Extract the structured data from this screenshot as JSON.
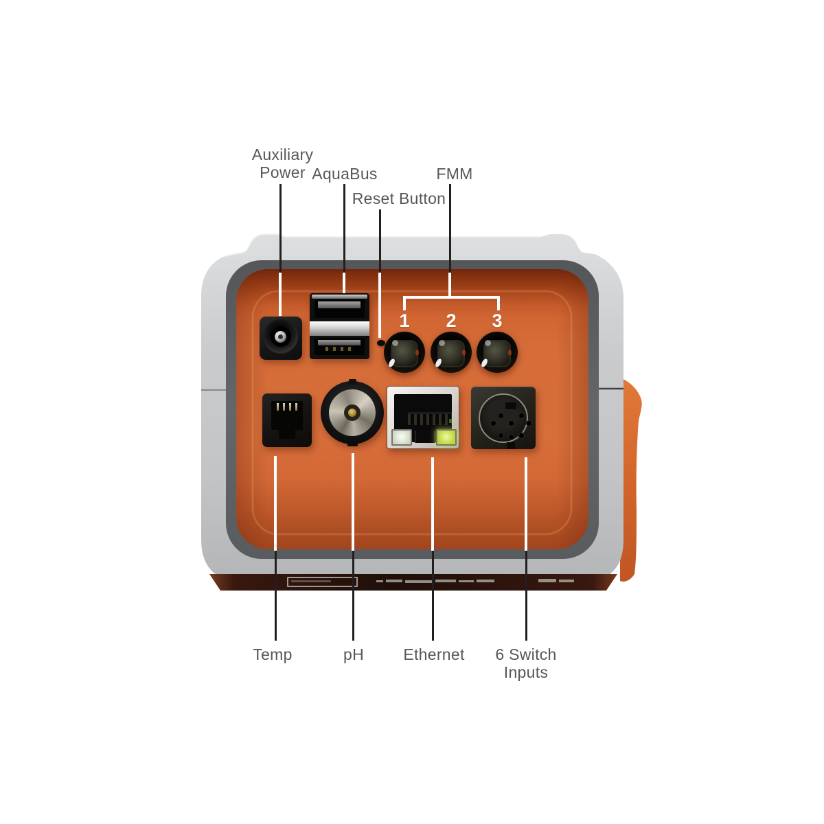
{
  "callouts": {
    "top": [
      {
        "id": "auxiliary-power",
        "lines": [
          "Auxiliary",
          "Power"
        ]
      },
      {
        "id": "aquabus",
        "lines": [
          "AquaBus"
        ]
      },
      {
        "id": "reset-button",
        "lines": [
          "Reset Button"
        ]
      },
      {
        "id": "fmm",
        "lines": [
          "FMM"
        ]
      }
    ],
    "bottom": [
      {
        "id": "temp",
        "lines": [
          "Temp"
        ]
      },
      {
        "id": "ph",
        "lines": [
          "pH"
        ]
      },
      {
        "id": "ethernet",
        "lines": [
          "Ethernet"
        ]
      },
      {
        "id": "six-switch-inputs",
        "lines": [
          "6 Switch",
          "Inputs"
        ]
      }
    ]
  },
  "fmm_port_numbers": [
    "1",
    "2",
    "3"
  ],
  "colors": {
    "background": "#ffffff",
    "panel_orange": "#d0662f",
    "shell_gray": "#c8cacc",
    "label_text": "#56575b",
    "leader_dark": "#231f20",
    "leader_light": "#ffffff",
    "ethernet_led_green": "#c3d94e"
  }
}
